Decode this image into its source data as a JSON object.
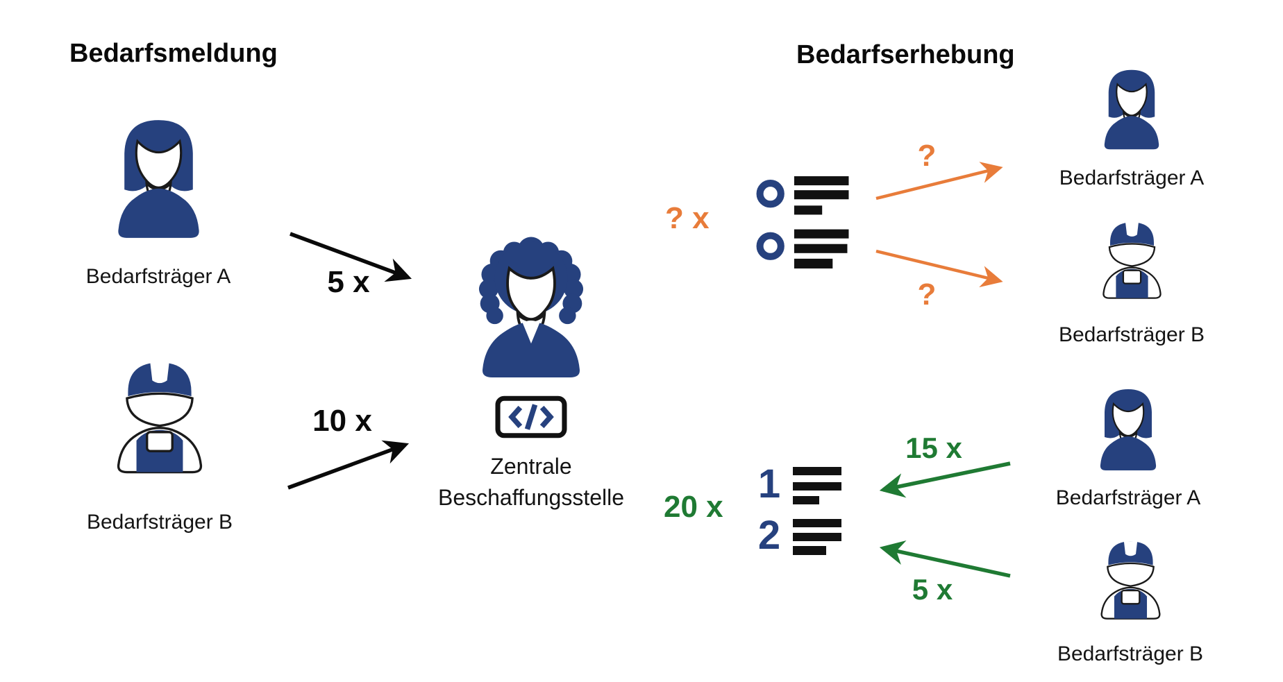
{
  "diagram": {
    "left": {
      "heading": "Bedarfsmeldung",
      "person_a_label": "Bedarfsträger A",
      "person_b_label": "Bedarfsträger B",
      "arrow_a_label": "5 x",
      "arrow_b_label": "10 x"
    },
    "center": {
      "label_line1": "Zentrale",
      "label_line2": "Beschaffungsstelle"
    },
    "right": {
      "heading": "Bedarfserhebung",
      "unknown_flow": {
        "count_label": "? x",
        "arrow_a_label": "?",
        "arrow_b_label": "?",
        "person_a_label": "Bedarfsträger A",
        "person_b_label": "Bedarfsträger B"
      },
      "known_flow": {
        "count_label": "20 x",
        "list_numbers": [
          "1",
          "2"
        ],
        "arrow_a_label": "15 x",
        "arrow_b_label": "5 x",
        "person_a_label": "Bedarfsträger A",
        "person_b_label": "Bedarfsträger B"
      }
    },
    "colors": {
      "navy": "#26417E",
      "orange": "#E87C3A",
      "green": "#1F7A33",
      "black": "#111111"
    }
  }
}
